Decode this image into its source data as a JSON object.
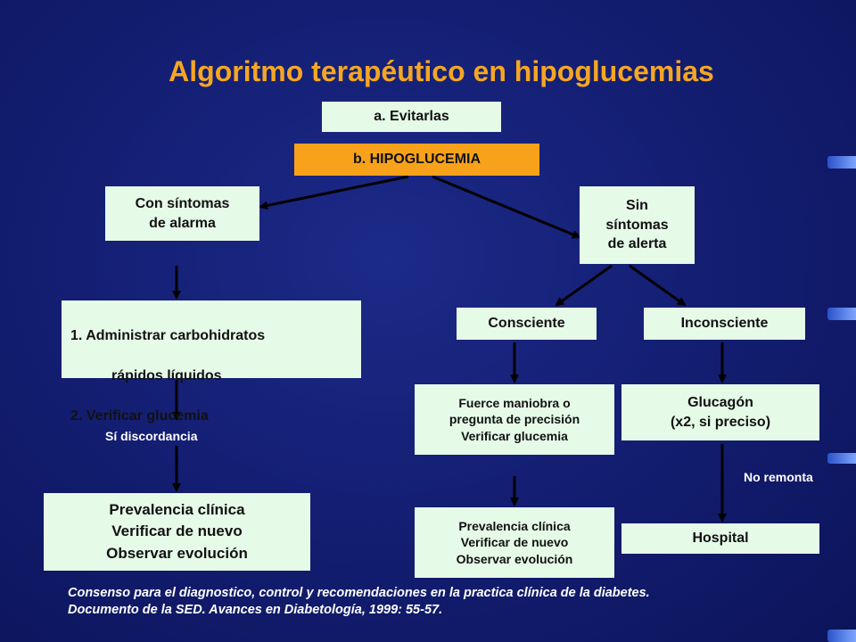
{
  "title": "Algoritmo terapéutico en hipoglucemias",
  "nodes": {
    "evitarlas": "a. Evitarlas",
    "hipoglucemia": "b. HIPOGLUCEMIA",
    "con_sintomas": "Con síntomas\nde alarma",
    "sin_sintomas": "Sin\nsíntomas\nde alerta",
    "administrar": {
      "line1": "1. Administrar carbohidratos",
      "line2": "rápidos líquidos",
      "line3": "2. Verificar glucemia"
    },
    "consciente": "Consciente",
    "inconsciente": "Inconsciente",
    "fuerce": "Fuerce maniobra o\npregunta de precisión\nVerificar glucemia",
    "glucagon": "Glucagón\n(x2, si preciso)",
    "prevalencia_left": "Prevalencia clínica\nVerificar de nuevo\nObservar evolución",
    "prevalencia_right": "Prevalencia clínica\nVerificar de nuevo\nObservar evolución",
    "hospital": "Hospital"
  },
  "labels": {
    "si_discordancia": "Sí discordancia",
    "no_remonta": "No remonta"
  },
  "reference": {
    "line1": "Consenso para el diagnostico, control y recomendaciones en la practica clínica de la diabetes.",
    "line2": "Documento de la SED. Avances en Diabetología, 1999: 55-57."
  },
  "colors": {
    "background": "#141f74",
    "title": "#f5a623",
    "box": "#e6fae8",
    "highlight_box": "#f7a21a",
    "text_light": "#ffffff"
  }
}
